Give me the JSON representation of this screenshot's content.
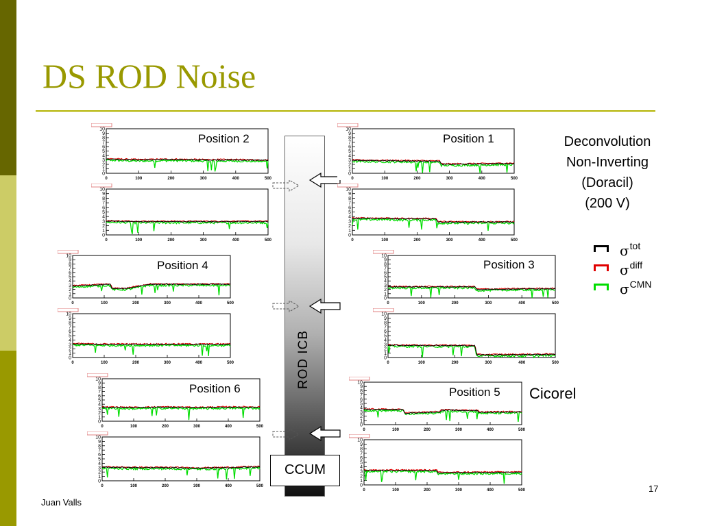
{
  "title": "DS ROD Noise",
  "colors": {
    "title": "#999900",
    "sigma_tot": "#000000",
    "sigma_diff": "#e00000",
    "sigma_cmn": "#00dd00"
  },
  "icb_label": "ROD ICB",
  "ccum_label": "CCUM",
  "deconvolution": [
    "Deconvolution",
    "Non-Inverting",
    "(Doracil)",
    "(200 V)"
  ],
  "legend": [
    {
      "symbol": "σ",
      "sub": "tot",
      "color": "#000000"
    },
    {
      "symbol": "σ",
      "sub": "diff",
      "color": "#e00000"
    },
    {
      "symbol": "σ",
      "sub": "CMN",
      "color": "#00dd00"
    }
  ],
  "cicorel": "Cicorel",
  "footer": {
    "author": "Juan Valls",
    "page": "17"
  },
  "chart_data": [
    {
      "type": "line",
      "position_label": "Position 2",
      "x_ticks": [
        0,
        100,
        200,
        300,
        400,
        500
      ],
      "y_ticks": [
        0,
        1,
        2,
        3,
        4,
        5,
        6,
        7,
        8,
        9,
        10
      ],
      "xlim": [
        0,
        500
      ],
      "ylim": [
        0,
        10
      ],
      "series": [
        {
          "values": [
            [
              0,
              3.2
            ],
            [
              100,
              3.0
            ],
            [
              200,
              3.1
            ],
            [
              300,
              3.0
            ],
            [
              400,
              3.0
            ],
            [
              500,
              2.9
            ]
          ]
        }
      ]
    },
    {
      "type": "line",
      "x_ticks": [
        0,
        100,
        200,
        300,
        400,
        500
      ],
      "y_ticks": [
        0,
        1,
        2,
        3,
        4,
        5,
        6,
        7,
        8,
        9,
        10
      ],
      "xlim": [
        0,
        500
      ],
      "ylim": [
        0,
        10
      ],
      "series": [
        {
          "values": [
            [
              0,
              3.0
            ],
            [
              100,
              2.9
            ],
            [
              200,
              2.9
            ],
            [
              300,
              2.9
            ],
            [
              400,
              2.9
            ],
            [
              500,
              2.9
            ]
          ]
        }
      ]
    },
    {
      "type": "line",
      "position_label": "Position 1",
      "x_ticks": [
        0,
        100,
        200,
        300,
        400,
        500
      ],
      "y_ticks": [
        0,
        1,
        2,
        3,
        4,
        5,
        6,
        7,
        8,
        9,
        10
      ],
      "xlim": [
        0,
        500
      ],
      "ylim": [
        0,
        10
      ],
      "series": [
        {
          "values": [
            [
              0,
              2.9
            ],
            [
              140,
              2.8
            ],
            [
              270,
              2.7
            ],
            [
              275,
              2.0
            ],
            [
              400,
              2.1
            ],
            [
              500,
              2.2
            ]
          ]
        }
      ]
    },
    {
      "type": "line",
      "x_ticks": [
        0,
        100,
        200,
        300,
        400,
        500
      ],
      "y_ticks": [
        0,
        1,
        2,
        3,
        4,
        5,
        6,
        7,
        8,
        9,
        10
      ],
      "xlim": [
        0,
        500
      ],
      "ylim": [
        0,
        10
      ],
      "series": [
        {
          "values": [
            [
              0,
              3.6
            ],
            [
              125,
              3.6
            ],
            [
              130,
              3.5
            ],
            [
              260,
              3.5
            ],
            [
              265,
              2.8
            ],
            [
              500,
              2.8
            ]
          ]
        }
      ]
    },
    {
      "type": "line",
      "position_label": "Position 4",
      "x_ticks": [
        0,
        100,
        200,
        300,
        400,
        500
      ],
      "y_ticks": [
        0,
        1,
        2,
        3,
        4,
        5,
        6,
        7,
        8,
        9,
        10
      ],
      "xlim": [
        0,
        500
      ],
      "ylim": [
        0,
        10
      ],
      "series": [
        {
          "values": [
            [
              0,
              2.8
            ],
            [
              120,
              3.2
            ],
            [
              125,
              2.2
            ],
            [
              170,
              2.2
            ],
            [
              240,
              3.2
            ],
            [
              500,
              3.2
            ]
          ]
        }
      ]
    },
    {
      "type": "line",
      "x_ticks": [
        0,
        100,
        200,
        300,
        400,
        500
      ],
      "y_ticks": [
        0,
        1,
        2,
        3,
        4,
        5,
        6,
        7,
        8,
        9,
        10
      ],
      "xlim": [
        0,
        500
      ],
      "ylim": [
        0,
        10
      ],
      "series": [
        {
          "values": [
            [
              0,
              3.1
            ],
            [
              100,
              3.0
            ],
            [
              200,
              3.0
            ],
            [
              300,
              3.0
            ],
            [
              400,
              3.0
            ],
            [
              500,
              3.0
            ]
          ]
        }
      ]
    },
    {
      "type": "line",
      "position_label": "Position 3",
      "x_ticks": [
        0,
        100,
        200,
        300,
        400,
        500
      ],
      "y_ticks": [
        0,
        1,
        2,
        3,
        4,
        5,
        6,
        7,
        8,
        9,
        10
      ],
      "xlim": [
        0,
        500
      ],
      "ylim": [
        0,
        10
      ],
      "series": [
        {
          "values": [
            [
              0,
              2.6
            ],
            [
              260,
              2.6
            ],
            [
              265,
              2.0
            ],
            [
              500,
              2.2
            ]
          ]
        }
      ]
    },
    {
      "type": "line",
      "x_ticks": [
        0,
        100,
        200,
        300,
        400,
        500
      ],
      "y_ticks": [
        0,
        1,
        2,
        3,
        4,
        5,
        6,
        7,
        8,
        9,
        10
      ],
      "xlim": [
        0,
        500
      ],
      "ylim": [
        0,
        10
      ],
      "series": [
        {
          "values": [
            [
              0,
              2.8
            ],
            [
              260,
              2.7
            ],
            [
              265,
              0.6
            ],
            [
              500,
              0.7
            ]
          ]
        }
      ]
    },
    {
      "type": "line",
      "position_label": "Position 6",
      "x_ticks": [
        0,
        100,
        200,
        300,
        400,
        500
      ],
      "y_ticks": [
        0,
        1,
        2,
        3,
        4,
        5,
        6,
        7,
        8,
        9,
        10
      ],
      "xlim": [
        0,
        500
      ],
      "ylim": [
        0,
        10
      ],
      "series": [
        {
          "values": [
            [
              0,
              3.3
            ],
            [
              100,
              3.2
            ],
            [
              200,
              3.3
            ],
            [
              300,
              3.2
            ],
            [
              400,
              3.3
            ],
            [
              500,
              3.3
            ]
          ]
        }
      ]
    },
    {
      "type": "line",
      "x_ticks": [
        0,
        100,
        200,
        300,
        400,
        500
      ],
      "y_ticks": [
        0,
        1,
        2,
        3,
        4,
        5,
        6,
        7,
        8,
        9,
        10
      ],
      "xlim": [
        0,
        500
      ],
      "ylim": [
        0,
        10
      ],
      "series": [
        {
          "values": [
            [
              0,
              3.1
            ],
            [
              100,
              3.0
            ],
            [
              200,
              3.0
            ],
            [
              300,
              2.9
            ],
            [
              400,
              3.0
            ],
            [
              500,
              3.2
            ]
          ]
        }
      ]
    },
    {
      "type": "line",
      "position_label": "Position 5",
      "x_ticks": [
        0,
        100,
        200,
        300,
        400,
        500
      ],
      "y_ticks": [
        0,
        1,
        2,
        3,
        4,
        5,
        6,
        7,
        8,
        9,
        10
      ],
      "xlim": [
        0,
        500
      ],
      "ylim": [
        0,
        10
      ],
      "series": [
        {
          "values": [
            [
              0,
              3.6
            ],
            [
              125,
              3.5
            ],
            [
              130,
              2.7
            ],
            [
              240,
              3.0
            ],
            [
              245,
              3.4
            ],
            [
              360,
              3.3
            ],
            [
              365,
              2.9
            ],
            [
              500,
              3.0
            ]
          ]
        }
      ]
    },
    {
      "type": "line",
      "x_ticks": [
        0,
        100,
        200,
        300,
        400,
        500
      ],
      "y_ticks": [
        0,
        1,
        2,
        3,
        4,
        5,
        6,
        7,
        8,
        9,
        10
      ],
      "xlim": [
        0,
        500
      ],
      "ylim": [
        0,
        10
      ],
      "series": [
        {
          "values": [
            [
              0,
              3.2
            ],
            [
              230,
              3.2
            ],
            [
              235,
              2.7
            ],
            [
              500,
              2.8
            ]
          ]
        }
      ]
    }
  ]
}
